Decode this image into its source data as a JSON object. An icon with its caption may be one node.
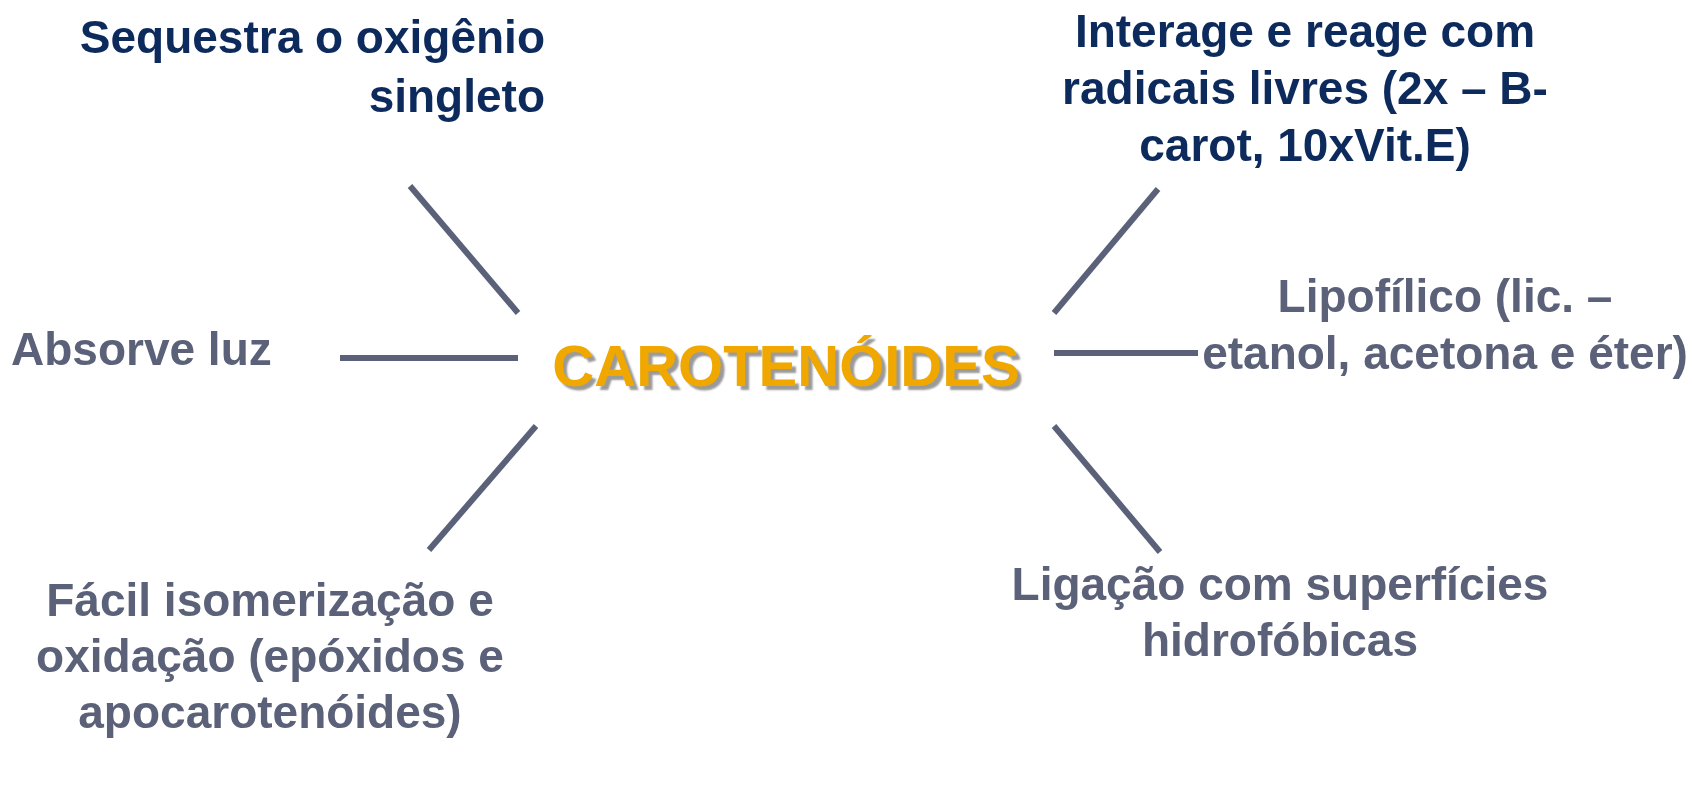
{
  "diagram": {
    "nodes": [
      {
        "text": [
          "CAROTENÓIDES"
        ]
      },
      {
        "text": [
          "Sequestra o oxigênio singleto"
        ]
      },
      {
        "text": [
          "Interage e reage com radicais livres (2x – B-carot, 10xVit.E)"
        ]
      },
      {
        "text": [
          "Absorve luz"
        ]
      },
      {
        "text": [
          "Lipofílico (lic. – etanol, acetona e éter)"
        ]
      },
      {
        "text": [
          "Fácil isomerização e oxidação (epóxidos e apocarotenóides)"
        ]
      },
      {
        "text": [
          "Ligação com superfícies hidrofóbicas"
        ]
      }
    ],
    "edges": [
      {
        "from": 0,
        "to": 1,
        "arrow": "none"
      },
      {
        "from": 0,
        "to": 2,
        "arrow": "none"
      },
      {
        "from": 0,
        "to": 3,
        "arrow": "none"
      },
      {
        "from": 0,
        "to": 4,
        "arrow": "none"
      },
      {
        "from": 0,
        "to": 5,
        "arrow": "none"
      },
      {
        "from": 0,
        "to": 6,
        "arrow": "none"
      }
    ]
  }
}
